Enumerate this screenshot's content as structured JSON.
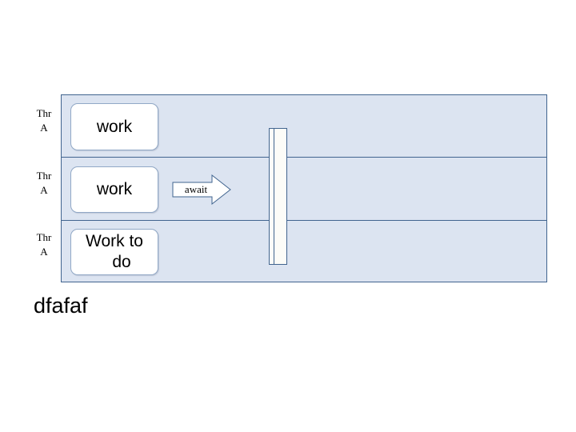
{
  "diagram": {
    "panel": {
      "fill_color": "#dce4f1",
      "border_color": "#41648f"
    },
    "lanes": [
      {
        "label_line1": "Thr",
        "label_line2": "A",
        "task_label": "work"
      },
      {
        "label_line1": "Thr",
        "label_line2": "A",
        "task_label": "work"
      },
      {
        "label_line1": "Thr",
        "label_line2": "A",
        "task_line1": "Work to",
        "task_line2": "do"
      }
    ],
    "arrow": {
      "label": "await",
      "direction": "right"
    },
    "barrier": {
      "fill_color": "#fcfcf8",
      "border_color": "#41648f"
    },
    "caption": "dfafaf"
  }
}
